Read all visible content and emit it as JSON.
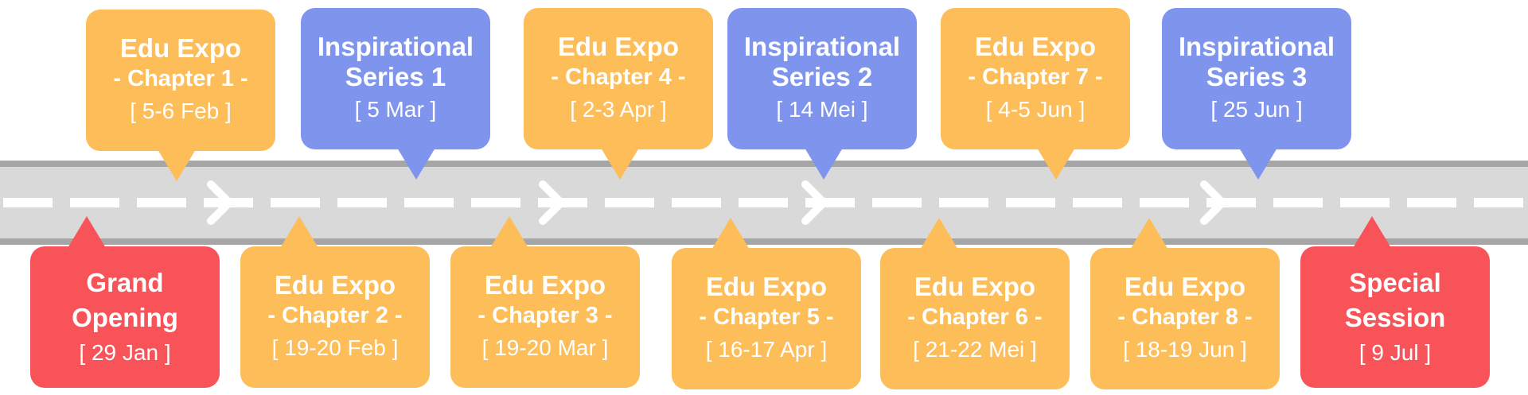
{
  "colors": {
    "road": "#d9d9d9",
    "road_edge": "#a6a6a6",
    "dashes": "#ffffff",
    "edu_expo": "#fdbd59",
    "inspirational": "#7f95ed",
    "special": "#f85359"
  },
  "top_events": [
    {
      "title": "Edu Expo",
      "subtitle": "- Chapter 1 -",
      "date": "[ 5-6 Feb ]"
    },
    {
      "title": "Inspirational",
      "subtitle": "Series 1",
      "date": "[ 5 Mar ]"
    },
    {
      "title": "Edu Expo",
      "subtitle": "- Chapter 4 -",
      "date": "[ 2-3 Apr ]"
    },
    {
      "title": "Inspirational",
      "subtitle": "Series 2",
      "date": "[ 14 Mei ]"
    },
    {
      "title": "Edu Expo",
      "subtitle": "- Chapter 7 -",
      "date": "[ 4-5 Jun ]"
    },
    {
      "title": "Inspirational",
      "subtitle": "Series 3",
      "date": "[ 25 Jun ]"
    }
  ],
  "bottom_events": [
    {
      "title": "Grand",
      "subtitle": "Opening",
      "date": "[ 29 Jan ]"
    },
    {
      "title": "Edu Expo",
      "subtitle": "- Chapter 2 -",
      "date": "[ 19-20 Feb ]"
    },
    {
      "title": "Edu Expo",
      "subtitle": "- Chapter 3 -",
      "date": "[ 19-20 Mar ]"
    },
    {
      "title": "Edu Expo",
      "subtitle": "- Chapter 5 -",
      "date": "[ 16-17 Apr ]"
    },
    {
      "title": "Edu Expo",
      "subtitle": "- Chapter 6 -",
      "date": "[ 21-22 Mei ]"
    },
    {
      "title": "Edu Expo",
      "subtitle": "- Chapter 8 -",
      "date": "[ 18-19 Jun ]"
    },
    {
      "title": "Special",
      "subtitle": "Session",
      "date": "[ 9 Jul ]"
    }
  ]
}
